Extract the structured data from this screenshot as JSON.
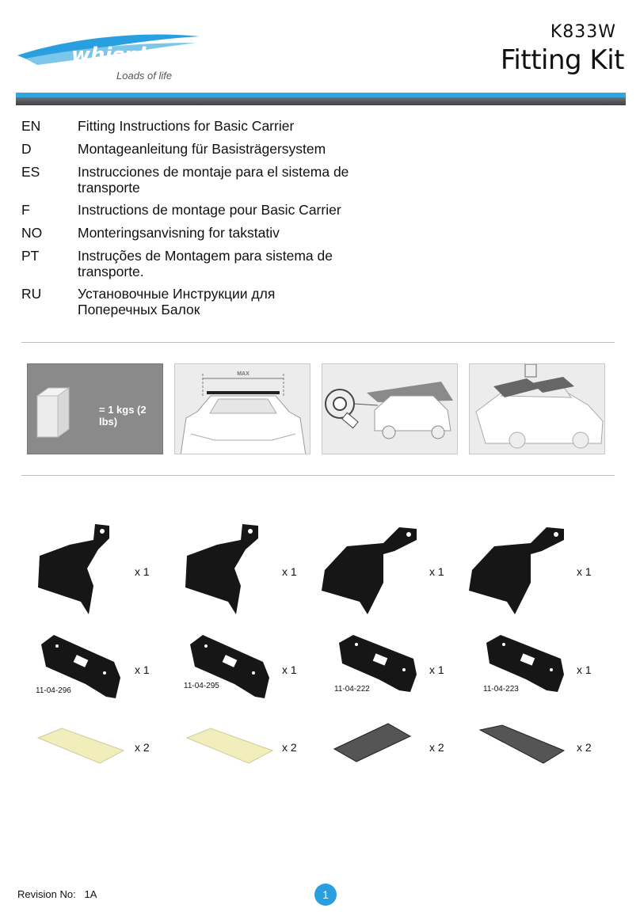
{
  "header": {
    "brand": "whispbar",
    "tagline": "Loads of life",
    "kit_code": "K833W",
    "title": "Fitting Kit"
  },
  "languages": [
    {
      "code": "EN",
      "text": "Fitting Instructions for Basic Carrier"
    },
    {
      "code": "D",
      "text": "Montageanleitung für Basisträgersystem"
    },
    {
      "code": "ES",
      "text": "Instrucciones de montaje para el sistema de transporte"
    },
    {
      "code": "F",
      "text": "Instructions de montage pour Basic Carrier"
    },
    {
      "code": "NO",
      "text": "Monteringsanvisning for takstativ"
    },
    {
      "code": "PT",
      "text": "Instruções de Montagem para sistema de transporte."
    },
    {
      "code": "RU",
      "text": "Установочные Инструкции для Поперечных Балок"
    }
  ],
  "pictos": {
    "weight_label": "= 1 kgs (2 lbs)",
    "max_label": "MAX"
  },
  "parts": {
    "brackets": [
      "x 1",
      "x 1",
      "x 1",
      "x 1"
    ],
    "pads": [
      {
        "code": "11-04-296",
        "qty": "x 1"
      },
      {
        "code": "11-04-295",
        "qty": "x 1"
      },
      {
        "code": "11-04-222",
        "qty": "x 1"
      },
      {
        "code": "11-04-223",
        "qty": "x 1"
      }
    ],
    "rubbers": [
      "x 2",
      "x 2",
      "x 2",
      "x 2"
    ],
    "rubber_colors": [
      "#f2eebb",
      "#f2eebb",
      "#555555",
      "#555555"
    ]
  },
  "footer": {
    "revision_label": "Revision No:",
    "revision_value": "1A",
    "page": "1"
  }
}
